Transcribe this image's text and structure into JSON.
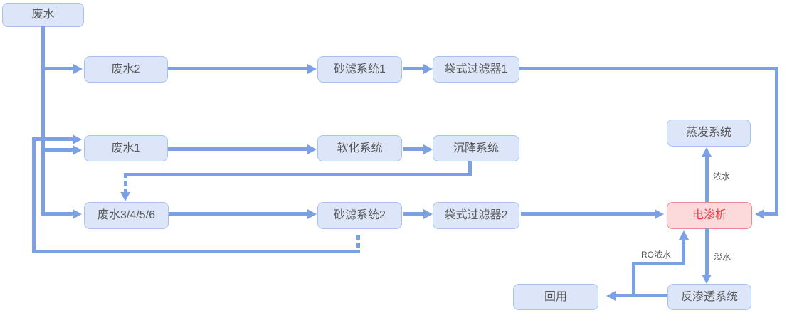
{
  "diagram": {
    "nodes": {
      "wastewater": {
        "label": "废水"
      },
      "wastewater2": {
        "label": "废水2"
      },
      "sand_filter_1": {
        "label": "砂滤系统1"
      },
      "bag_filter_1": {
        "label": "袋式过滤器1"
      },
      "wastewater1": {
        "label": "废水1"
      },
      "softening": {
        "label": "软化系统"
      },
      "sedimentation": {
        "label": "沉降系统"
      },
      "evaporation": {
        "label": "蒸发系统"
      },
      "wastewater3456": {
        "label": "废水3/4/5/6"
      },
      "sand_filter_2": {
        "label": "砂滤系统2"
      },
      "bag_filter_2": {
        "label": "袋式过滤器2"
      },
      "electrodialysis": {
        "label": "电渗析"
      },
      "reuse": {
        "label": "回用"
      },
      "reverse_osmosis": {
        "label": "反渗透系统"
      }
    },
    "flow_labels": {
      "concentrated_water": "浓水",
      "fresh_water": "淡水",
      "ro_concentrated_water": "RO浓水"
    },
    "colors": {
      "node_fill": "#dce6f8",
      "node_border": "#a6c3ef",
      "node_text": "#595959",
      "highlight_fill": "#fcdadb",
      "highlight_border": "#f0898d",
      "highlight_text": "#e23d3f",
      "connector": "#7ba1e4"
    }
  }
}
